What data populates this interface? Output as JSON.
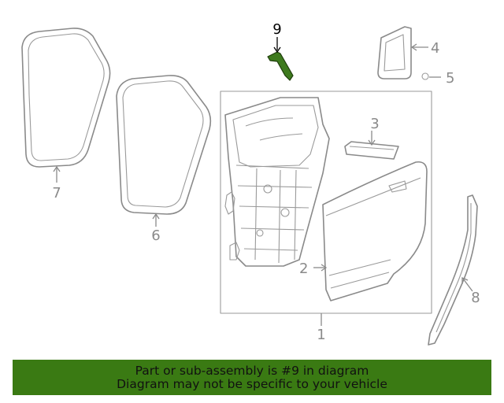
{
  "callouts": {
    "c1": "1",
    "c2": "2",
    "c3": "3",
    "c4": "4",
    "c5": "5",
    "c6": "6",
    "c7": "7",
    "c8": "8",
    "c9": "9"
  },
  "highlight": {
    "part": "9",
    "color": "#3a7a13"
  },
  "banner": {
    "line1": "Part or sub-assembly is #9 in diagram",
    "line2": "Diagram may not be specific to your vehicle"
  },
  "colors": {
    "linework": "#8a8a8a",
    "banner_bg": "#3a7a13",
    "highlight_part": "#3e7a1e"
  }
}
